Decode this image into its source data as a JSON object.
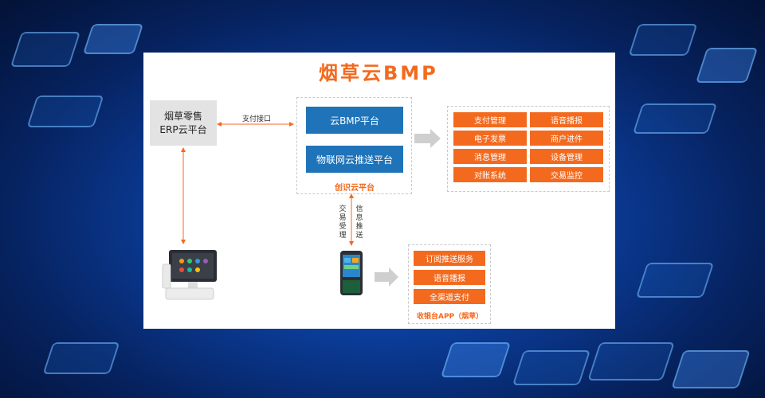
{
  "title": "烟草云BMP",
  "erp": {
    "line1": "烟草零售",
    "line2": "ERP云平台"
  },
  "pay_interface_label": "支付接口",
  "cloud_platform": {
    "btn1": "云BMP平台",
    "btn2": "物联网云推送平台",
    "caption": "创识云平台"
  },
  "features": [
    "支付管理",
    "语音播报",
    "电子发票",
    "商户进件",
    "消息管理",
    "设备管理",
    "对账系统",
    "交易监控"
  ],
  "vertical_labels": {
    "left": "交易受理",
    "right": "信息推送"
  },
  "app": {
    "items": [
      "订阅推送服务",
      "语音播报",
      "全渠道支付"
    ],
    "caption": "收银台APP（烟草）"
  },
  "colors": {
    "orange": "#f36a1e",
    "blue": "#1f73b8",
    "gray": "#e3e3e3"
  },
  "icons": [
    "pos-terminal-icon",
    "handheld-pos-icon",
    "right-arrow-icon"
  ]
}
